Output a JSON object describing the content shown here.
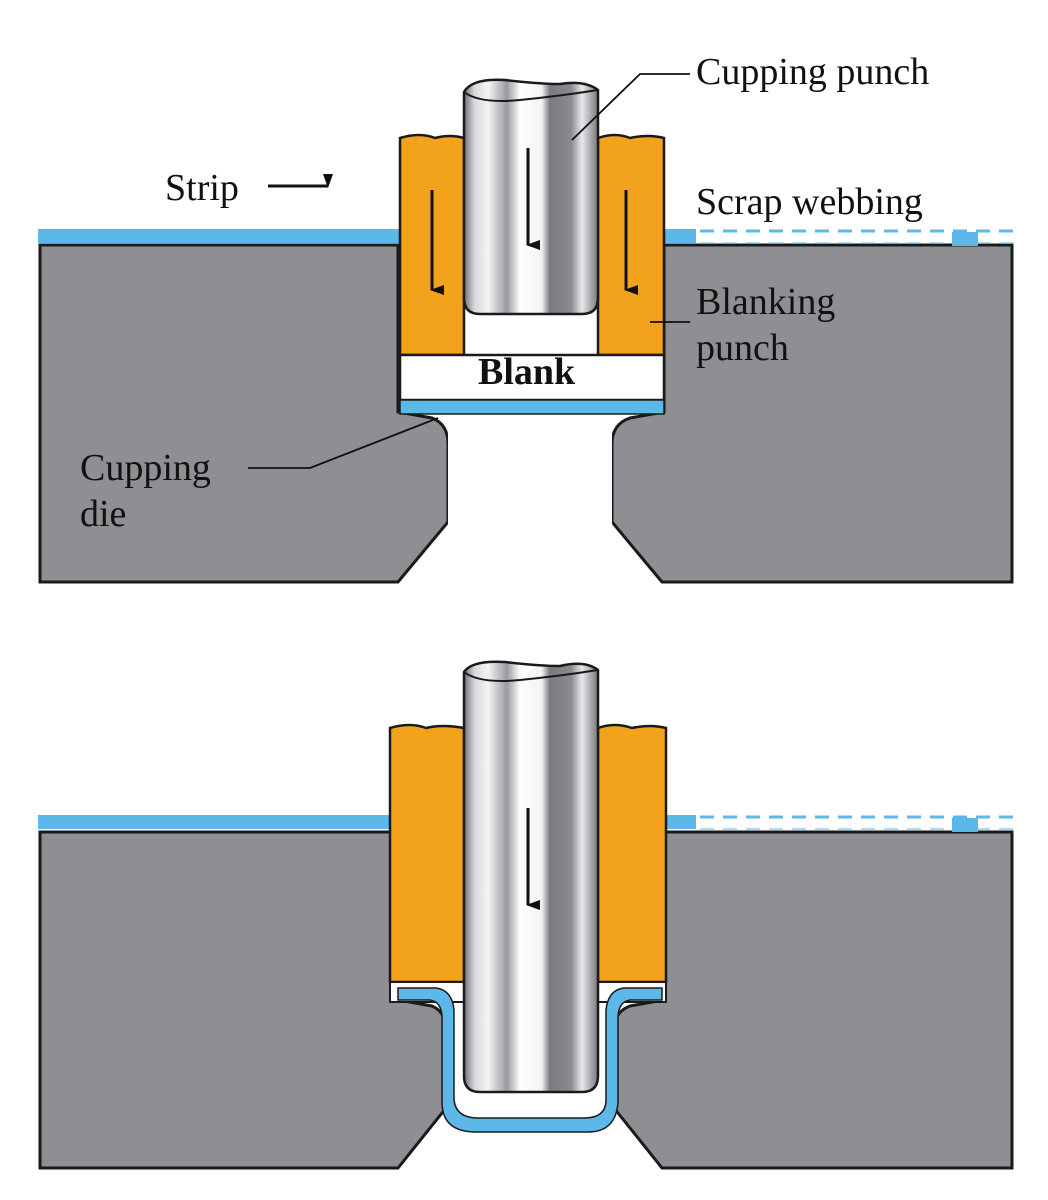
{
  "labels": {
    "cupping_punch": "Cupping punch",
    "strip": "Strip",
    "scrap_webbing": "Scrap webbing",
    "blanking_punch_line1": "Blanking",
    "blanking_punch_line2": "punch",
    "blank": "Blank",
    "cupping_die_line1": "Cupping",
    "cupping_die_line2": "die"
  },
  "colors": {
    "die": "#8f8f93",
    "die_edge": "#1a1a1a",
    "strip": "#5bb8e8",
    "blanking_punch": "#f2a31b",
    "punch_light": "#e6e6ea",
    "punch_dark": "#7d7d82",
    "punch_mid": "#b9b9be",
    "blank_fill": "#ffffff"
  },
  "icons": {
    "down_arrow": "down-arrow-icon",
    "right_arrow": "right-arrow-icon"
  }
}
